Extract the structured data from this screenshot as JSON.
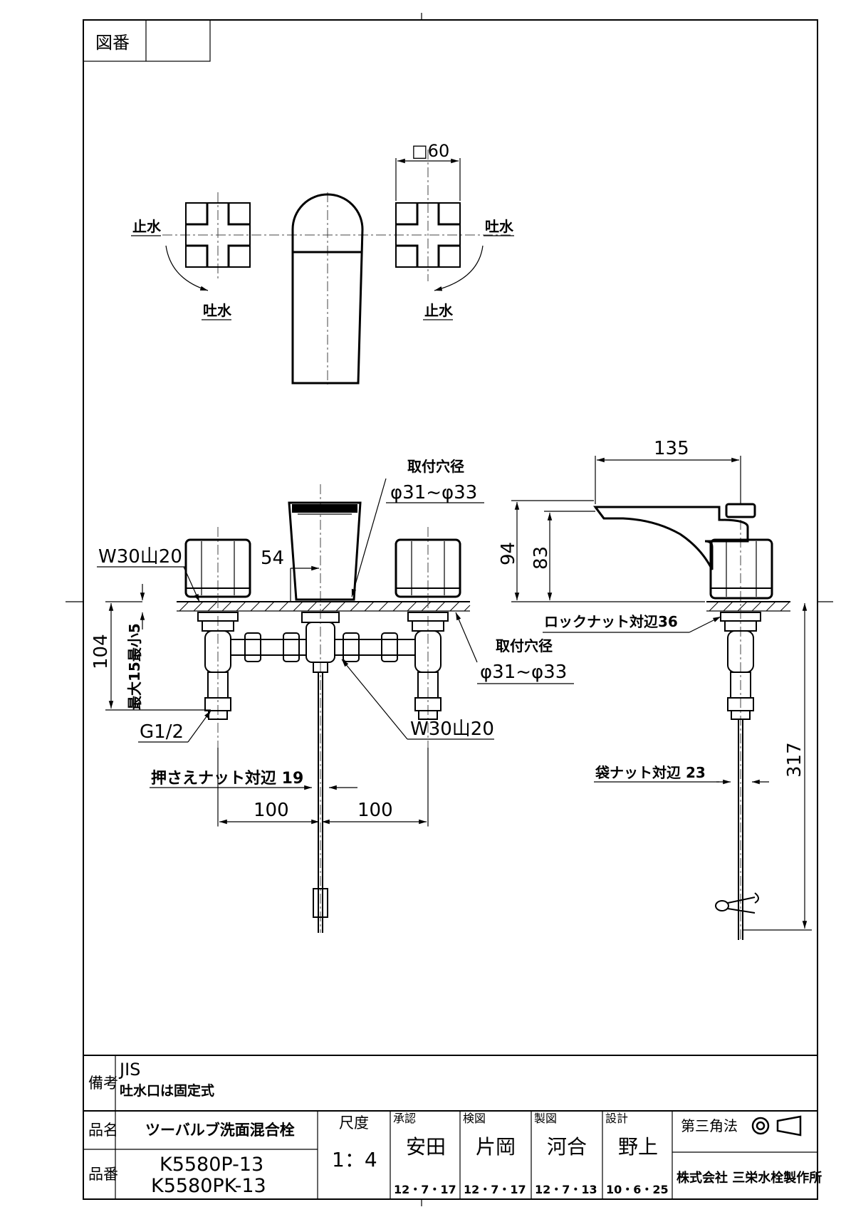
{
  "title_block": {
    "drawing_no_label": "図番",
    "drawing_no_value": "",
    "remarks_label": "備考",
    "remarks_lines": [
      "JIS",
      "吐水口は固定式"
    ],
    "product_name_label": "品名",
    "product_name": "ツーバルブ洗面混合栓",
    "product_no_label": "品番",
    "product_numbers": [
      "K5580P-13",
      "K5580PK-13"
    ],
    "scale_label": "尺度",
    "scale_value": "1：4",
    "approvals": [
      {
        "role": "承認",
        "name": "安田",
        "date": "12・7・17"
      },
      {
        "role": "検図",
        "name": "片岡",
        "date": "12・7・17"
      },
      {
        "role": "製図",
        "name": "河合",
        "date": "12・7・13"
      },
      {
        "role": "設計",
        "name": "野上",
        "date": "10・6・25"
      }
    ],
    "projection_label": "第三角法",
    "company": "株式会社 三栄水栓製作所"
  },
  "top_view": {
    "square_dim": "□60",
    "left_handle": {
      "top_label": "止水",
      "bottom_label": "吐水"
    },
    "right_handle": {
      "top_label": "吐水",
      "bottom_label": "止水"
    }
  },
  "front_view": {
    "mount_hole_label_top": "取付穴径",
    "mount_hole_dim_top": "φ31~φ33",
    "thread_left": "W30山20",
    "spout_offset": "54",
    "height_104": "104",
    "thickness": "最大15最小5",
    "pipe_thread": "G1/2",
    "mount_hole_label_right": "取付穴径",
    "mount_hole_dim_right": "φ31~φ33",
    "thread_right": "W30山20",
    "press_nut": "押さえナット対辺 19",
    "spacing_left": "100",
    "spacing_right": "100"
  },
  "side_view": {
    "reach": "135",
    "height_94": "94",
    "height_83": "83",
    "lock_nut": "ロックナット対辺36",
    "bag_nut": "袋ナット対辺 23",
    "length_317": "317"
  }
}
